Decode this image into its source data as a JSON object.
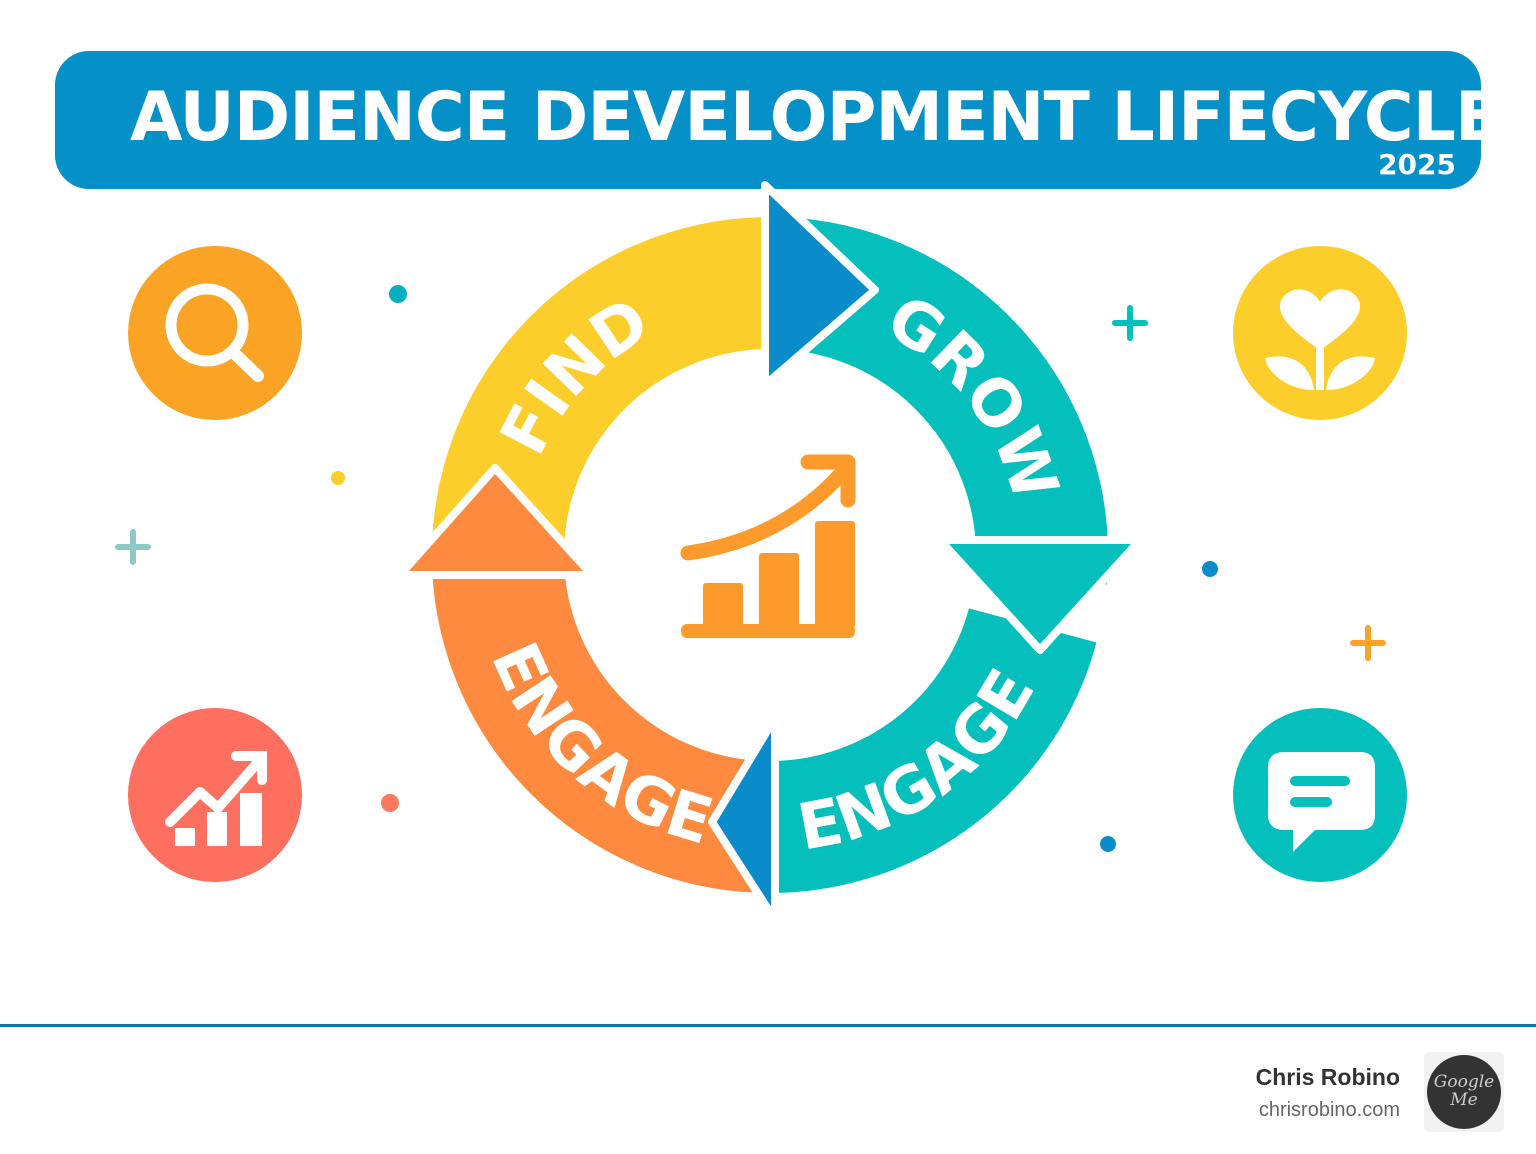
{
  "header": {
    "title": "AUDIENCE DEVELOPMENT LIFECYCLE",
    "year": "2025"
  },
  "cycle": {
    "stages": [
      {
        "label": "FIND",
        "color": "#fcce2b"
      },
      {
        "label": "GROW",
        "color": "#04bfbc"
      },
      {
        "label": "ENGAGE",
        "color": "#04bfbc"
      },
      {
        "label": "ENGAGE",
        "color": "#fd8a3f"
      }
    ],
    "arrow_accent": "#0a8ccb"
  },
  "icons": [
    "search-icon",
    "heart-sprout-icon",
    "growth-chart-icon",
    "chat-bubble-icon"
  ],
  "footer": {
    "author": "Chris Robino",
    "website": "chrisrobino.com",
    "logo_text": "Google Me"
  }
}
